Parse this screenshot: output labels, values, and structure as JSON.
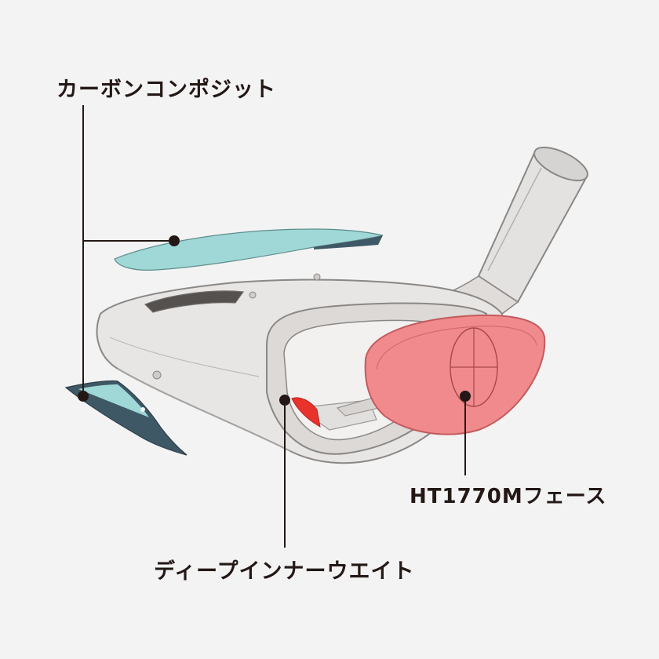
{
  "labels": {
    "carbon_composite": "カーボンコンポジット",
    "face": "HT1770Mフェース",
    "deep_inner_weight": "ディープインナーウエイト"
  },
  "colors": {
    "background": "#f3f3f3",
    "text": "#231815",
    "leader_line": "#231815",
    "body_fill": "#e8e6e4",
    "body_outline": "#8a8785",
    "carbon_top": "#9fd8d6",
    "carbon_underside": "#3f5866",
    "face": "#f08a8d",
    "weight": "#e8332c"
  },
  "icons": {
    "callout_marker": "filled-dot"
  }
}
